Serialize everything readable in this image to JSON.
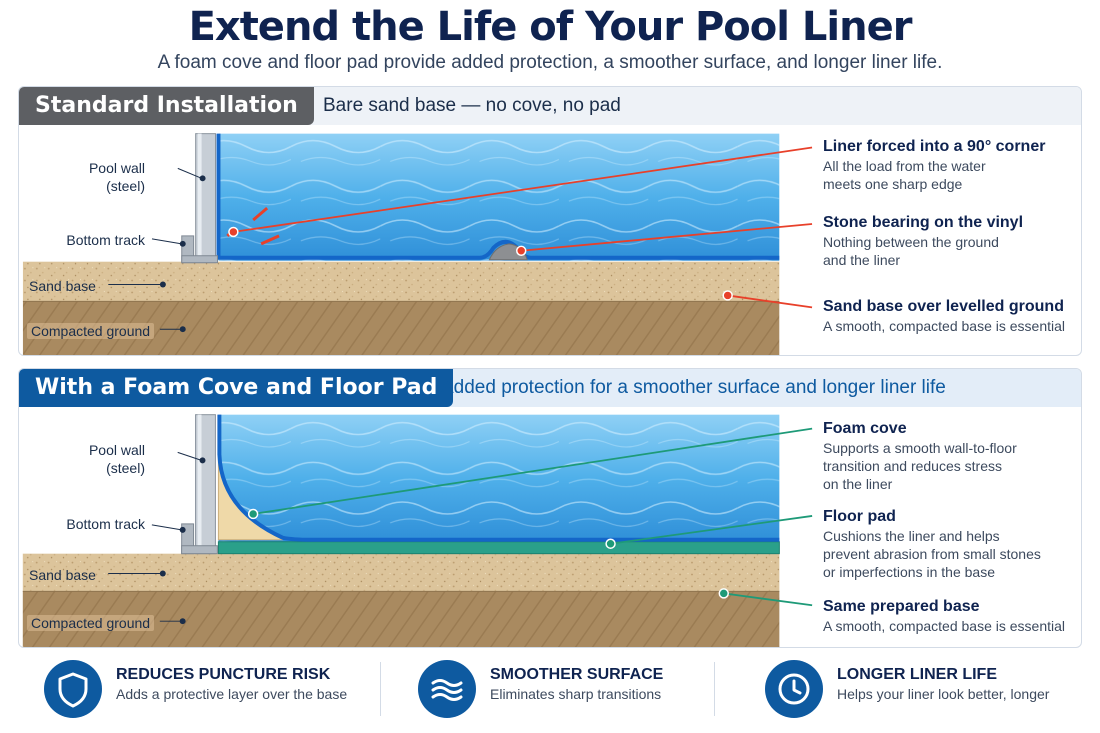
{
  "title": "Extend the Life of Your Pool Liner",
  "subtitle": "A foam cove and floor pad provide added protection, a smoother surface, and longer liner life.",
  "standard": {
    "heading": "Standard Installation",
    "subheading": "Bare sand base — no cove, no pad",
    "labels": {
      "pool_wall": "Pool wall",
      "pool_wall_material": "(steel)",
      "bottom_track": "Bottom track",
      "sand_base": "Sand base",
      "compacted_ground": "Compacted ground"
    },
    "callouts": [
      {
        "title": "Liner forced into a 90° corner",
        "desc": [
          "All the load from the water",
          "meets one sharp edge"
        ]
      },
      {
        "title": "Stone bearing on the vinyl",
        "desc": [
          "Nothing between the ground",
          "and the liner"
        ]
      },
      {
        "title": "Sand base over levelled ground",
        "desc": [
          "A smooth, compacted base is essential"
        ]
      }
    ],
    "accent_color": "#e8402a"
  },
  "foam": {
    "heading": "With a Foam Cove and Floor Pad",
    "subheading": "Added protection for a smoother surface and longer liner life",
    "labels": {
      "pool_wall": "Pool wall",
      "pool_wall_material": "(steel)",
      "bottom_track": "Bottom track",
      "sand_base": "Sand base",
      "compacted_ground": "Compacted ground"
    },
    "callouts": [
      {
        "title": "Foam cove",
        "desc": [
          "Supports a smooth wall-to-floor",
          "transition and reduces stress",
          "on the liner"
        ]
      },
      {
        "title": "Floor pad",
        "desc": [
          "Cushions the liner and helps",
          "prevent abrasion from small stones",
          "or imperfections in the base"
        ]
      },
      {
        "title": "Same prepared base",
        "desc": [
          "A smooth, compacted base is essential"
        ]
      }
    ],
    "accent_color": "#1e9a78"
  },
  "features": [
    {
      "icon": "shield-icon",
      "title": "REDUCES PUNCTURE RISK",
      "desc": "Adds a protective layer over the base"
    },
    {
      "icon": "waves-icon",
      "title": "SMOOTHER SURFACE",
      "desc": "Eliminates sharp transitions"
    },
    {
      "icon": "clock-icon",
      "title": "LONGER LINER LIFE",
      "desc": "Helps your liner look better, longer"
    }
  ],
  "colors": {
    "water": "#3aa0e0",
    "liner": "#1466c8",
    "sand": "#d9c097",
    "ground": "#a88a62",
    "foam_cove": "#efd9a8",
    "floor_pad": "#2aa08a",
    "brand": "#0e5aa0"
  }
}
